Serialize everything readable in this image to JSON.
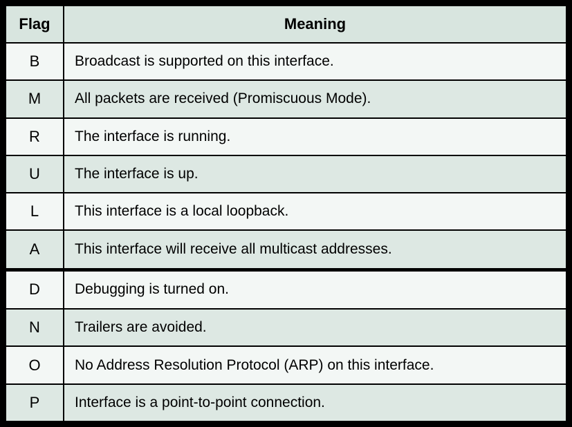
{
  "colors": {
    "border": "#000000",
    "header_bg": "#d8e5df",
    "row_light_bg": "#f3f7f5",
    "row_shaded_bg": "#dde8e3",
    "text": "#000000"
  },
  "table": {
    "headers": [
      "Flag",
      "Meaning"
    ],
    "rows": [
      {
        "flag": "B",
        "meaning": "Broadcast is supported on this interface."
      },
      {
        "flag": "M",
        "meaning": "All packets are received (Promiscuous Mode)."
      },
      {
        "flag": "R",
        "meaning": "The interface is running."
      },
      {
        "flag": "U",
        "meaning": "The interface is up."
      },
      {
        "flag": "L",
        "meaning": "This interface is a local loopback."
      },
      {
        "flag": "A",
        "meaning": "This interface will receive all multicast addresses."
      },
      {
        "flag": "D",
        "meaning": "Debugging is turned on."
      },
      {
        "flag": "N",
        "meaning": "Trailers are avoided."
      },
      {
        "flag": "O",
        "meaning": "No Address Resolution Protocol (ARP) on this interface."
      },
      {
        "flag": "P",
        "meaning": "Interface is a point-to-point connection."
      }
    ]
  }
}
